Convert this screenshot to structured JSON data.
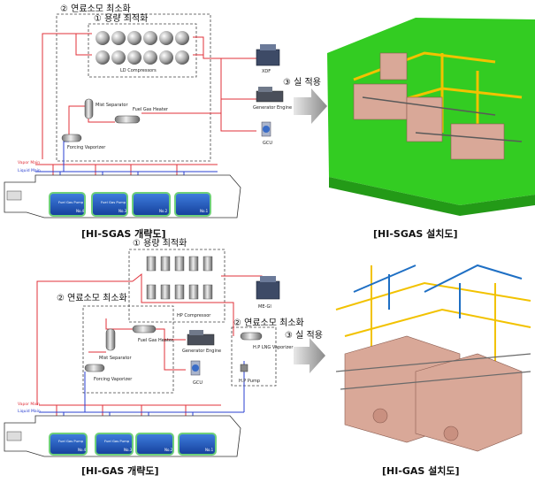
{
  "top": {
    "label_fuel_min": "② 연료소모 최소화",
    "label_capacity_opt": "① 용량 최적화",
    "compressor_label": "LD Compressors",
    "mist_separator": "Mist Separator",
    "fuel_gas_heater": "Fuel Gas Heater",
    "forcing_vaporizer": "Forcing Vaporizer",
    "engine_label": "XDF",
    "generator_label": "Generator Engine",
    "gcu_label": "GCU",
    "vapor_main": "Vapor Main",
    "liquid_main": "Liquid Main",
    "tank_labels": [
      "No.4",
      "No.3",
      "No.2",
      "No.1"
    ],
    "pump_label": "Fuel Gas Pump",
    "apply_label": "③ 실 적용",
    "caption_left": "[HI-SGAS 개략도]",
    "caption_right": "[HI-SGAS 설치도]"
  },
  "bottom": {
    "label_capacity_opt": "① 용량 최적화",
    "label_fuel_min_left": "② 연료소모 최소화",
    "label_fuel_min_right": "② 연료소모 최소화",
    "compressor_label": "HP Compressor",
    "mist_separator": "Mist Separator",
    "fuel_gas_heater": "Fuel Gas Heater",
    "forcing_vaporizer": "Forcing Vaporizer",
    "engine_label": "ME-GI",
    "generator_label": "Generator Engine",
    "gcu_label": "GCU",
    "hp_vaporizer": "H.P LNG Vaporizer",
    "hp_pump": "H.P Pump",
    "vapor_main": "Vapor Main",
    "liquid_main": "Liquid Main",
    "tank_labels": [
      "No.4",
      "No.3",
      "No.2",
      "No.1"
    ],
    "pump_label": "Fuel Gas Pump",
    "apply_label": "③ 실 적용",
    "caption_left": "[HI-GAS 개략도]",
    "caption_right": "[HI-GAS 설치도]"
  },
  "colors": {
    "red_line": "#e0303a",
    "blue_line": "#2a3fd0",
    "tank_blue": "#1f5fc4",
    "tank_green": "#6fd07a",
    "deck_green": "#33cc22",
    "pipe_yellow": "#f2c200",
    "equip_pink": "#d9a898",
    "arrow_gray": "#9a9a9a"
  }
}
